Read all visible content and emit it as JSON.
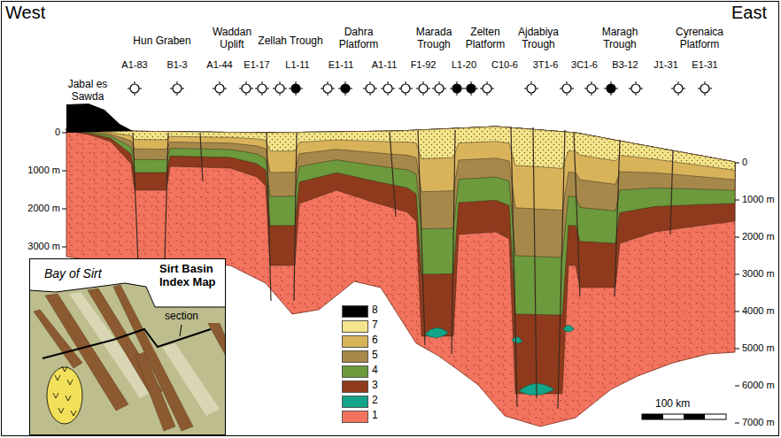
{
  "diagram": {
    "nodes": [
      {
        "text": [
          "Bay of Sirt",
          "Sirt Basin Index Map",
          "section"
        ]
      }
    ],
    "labels": [
      "West",
      "East",
      "Hun Graben",
      "Waddan Uplift",
      "Zellah Trough",
      "Dahra Platform",
      "Marada Trough",
      "Zelten Platform",
      "Ajdabiya Trough",
      "Maragh Trough",
      "Cyrenaica Platform",
      "Jabal es Sawda",
      "A1-83",
      "B1-3",
      "A1-44",
      "E1-17",
      "L1-11",
      "E1-11",
      "A1-11",
      "F1-92",
      "L1-20",
      "C10-6",
      "3T1-6",
      "3C1-6",
      "B3-12",
      "J1-31",
      "E1-31",
      "0",
      "1000 m",
      "2000 m",
      "3000 m",
      "0",
      "1000 m",
      "2000 m",
      "3000 m",
      "4000 m",
      "5000 m",
      "6000 m",
      "7000 m",
      "100 km"
    ],
    "legend": [
      {
        "text": "8",
        "color": "#000000"
      },
      {
        "text": "7",
        "color": "#f4e58c"
      },
      {
        "text": "6",
        "color": "#d8b35a"
      },
      {
        "text": "5",
        "color": "#a6894a"
      },
      {
        "text": "4",
        "color": "#6c9a3c"
      },
      {
        "text": "3",
        "color": "#8f3a1c"
      },
      {
        "text": "2",
        "color": "#12a58a"
      },
      {
        "text": "1",
        "color": "#f2745e"
      }
    ]
  }
}
